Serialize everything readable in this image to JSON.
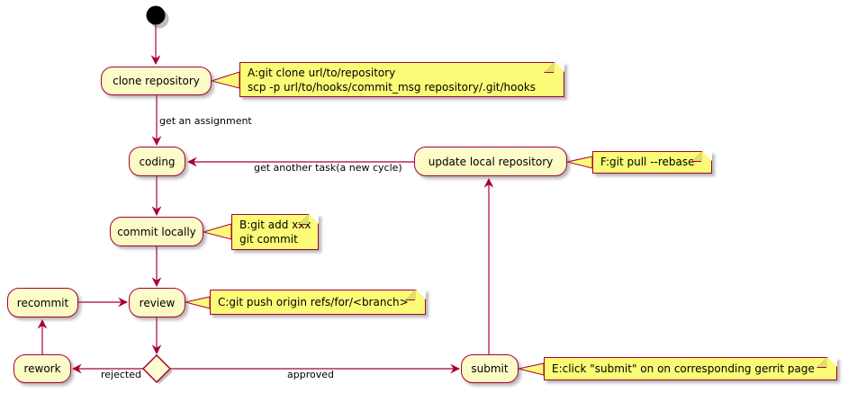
{
  "diagram": {
    "type": "activity-diagram",
    "colors": {
      "background": "#ffffff",
      "node_fill": "#fefece",
      "node_border": "#a80036",
      "note_fill": "#fbfb77",
      "note_border": "#a80036",
      "arrow": "#a80036",
      "text": "#000000",
      "start_node": "#000000"
    },
    "nodes": {
      "clone_repository": {
        "label": "clone repository"
      },
      "coding": {
        "label": "coding"
      },
      "commit_locally": {
        "label": "commit locally"
      },
      "review": {
        "label": "review"
      },
      "recommit": {
        "label": "recommit"
      },
      "rework": {
        "label": "rework"
      },
      "submit": {
        "label": "submit"
      },
      "update_local_repository": {
        "label": "update local repository"
      }
    },
    "notes": {
      "a": {
        "lines": [
          "A:git clone url/to/repository",
          "scp -p url/to/hooks/commit_msg repository/.git/hooks"
        ]
      },
      "b": {
        "lines": [
          "B:git add xxx",
          "git commit"
        ]
      },
      "c": {
        "lines": [
          "C:git push origin refs/for/<branch>"
        ]
      },
      "e": {
        "lines": [
          "E:click \"submit\" on on corresponding gerrit page"
        ]
      },
      "f": {
        "lines": [
          "F:git pull --rebase"
        ]
      }
    },
    "edge_labels": {
      "get_an_assignment": "get an assignment",
      "get_another_task": "get another task(a new cycle)",
      "rejected": "rejected",
      "approved": "approved"
    }
  }
}
